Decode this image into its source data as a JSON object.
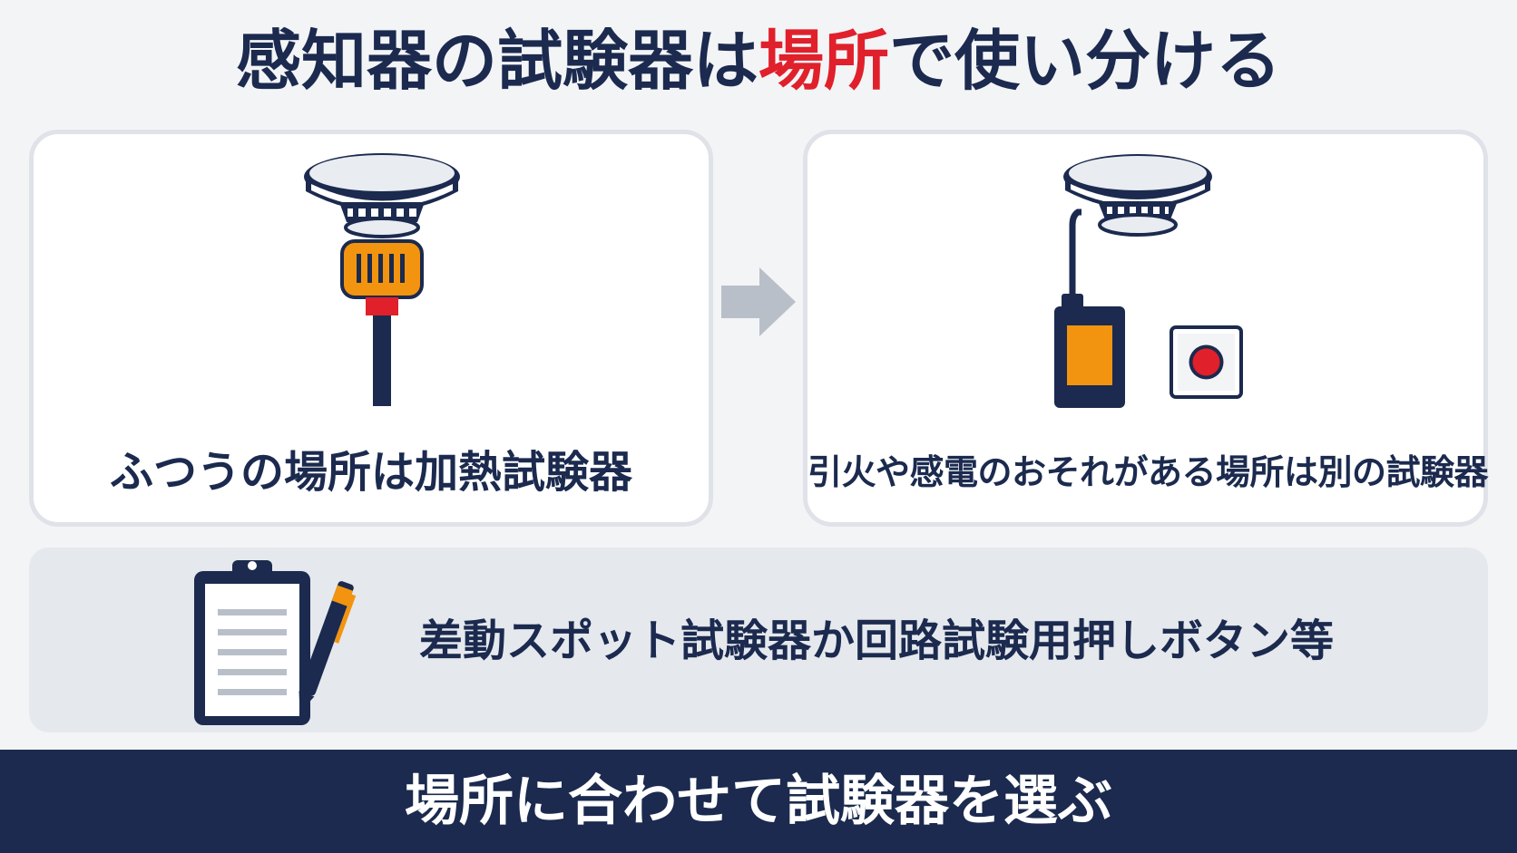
{
  "title": {
    "before": "感知器の試験器は",
    "accent": "場所",
    "after": "で使い分ける"
  },
  "left_panel": {
    "caption": "ふつうの場所は加熱試験器",
    "icon": "smoke-detector-with-heat-tester-icon"
  },
  "arrow": {
    "icon": "right-arrow-icon"
  },
  "right_panel": {
    "caption": "引火や感電のおそれがある場所は別の試験器",
    "icon": "smoke-detector-with-remote-tester-icon",
    "button_icon": "push-button-icon"
  },
  "note": {
    "text": "差動スポット試験器か回路試験用押しボタン等",
    "icon": "clipboard-pen-icon"
  },
  "footer": {
    "text": "場所に合わせて試験器を選ぶ"
  },
  "colors": {
    "navy": "#1b2a4e",
    "red": "#e0202b",
    "orange": "#f2940f",
    "panel_border": "#dfe2e8",
    "note_bg": "#e5e8ed"
  }
}
